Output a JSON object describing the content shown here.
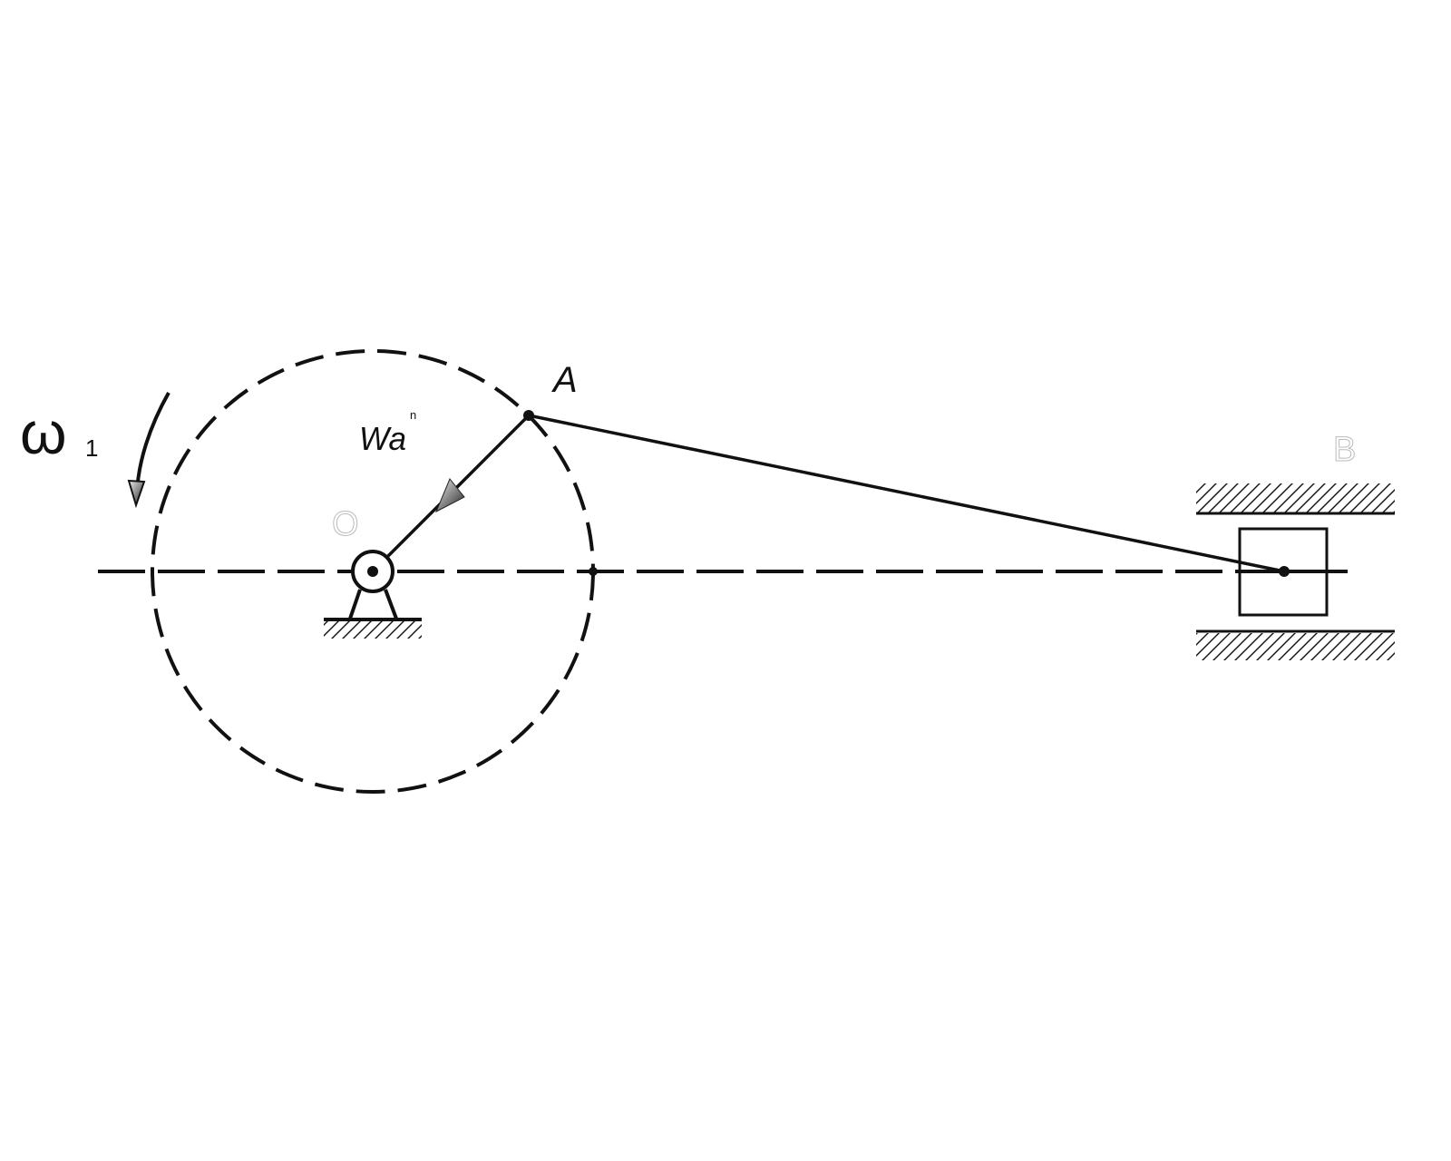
{
  "diagram": {
    "type": "slider-crank mechanism",
    "labels": {
      "omega": "ω",
      "omega_sub": "1",
      "accel": "Wa",
      "accel_sup": "n",
      "point_a": "A",
      "point_o": "O",
      "point_b": "B"
    },
    "colors": {
      "ink": "#111111",
      "faint": "#bbbbbb",
      "background": "#ffffff"
    }
  }
}
